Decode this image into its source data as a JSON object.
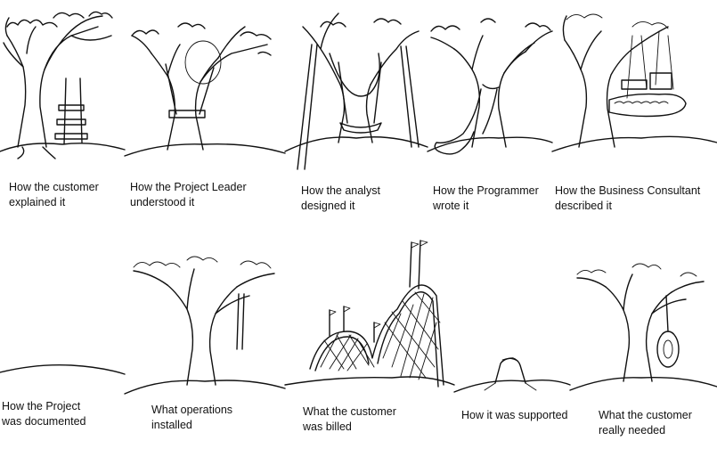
{
  "panels": [
    {
      "id": "p1",
      "line1": "How the customer",
      "line2": "explained it"
    },
    {
      "id": "p2",
      "line1": "How the Project Leader",
      "line2": "understood it"
    },
    {
      "id": "p3",
      "line1": "How the analyst",
      "line2": "designed it"
    },
    {
      "id": "p4",
      "line1": "How the Programmer",
      "line2": "wrote it"
    },
    {
      "id": "p5",
      "line1": "How the Business Consultant",
      "line2": "described it"
    },
    {
      "id": "p6",
      "line1": "How the Project",
      "line2": "was documented"
    },
    {
      "id": "p7",
      "line1": "What operations",
      "line2": "installed"
    },
    {
      "id": "p8",
      "line1": "What the customer",
      "line2": "was billed"
    },
    {
      "id": "p9",
      "line1": "How it was supported",
      "line2": ""
    },
    {
      "id": "p10",
      "line1": "What the customer",
      "line2": "really needed"
    }
  ]
}
